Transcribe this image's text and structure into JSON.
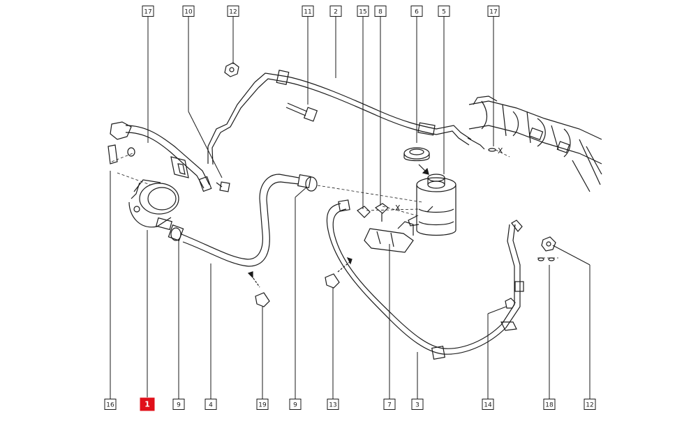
{
  "colors": {
    "line": "#1a1a1a",
    "label_box": "#1a1a1a",
    "label_text": "#1a1a1a",
    "highlight": "#e0101a",
    "highlight_text": "#ffffff",
    "background": "#ffffff"
  },
  "labels_top": [
    {
      "id": "top-17a",
      "text": "17"
    },
    {
      "id": "top-10",
      "text": "10"
    },
    {
      "id": "top-12a",
      "text": "12"
    },
    {
      "id": "top-11",
      "text": "11"
    },
    {
      "id": "top-2",
      "text": "2"
    },
    {
      "id": "top-15",
      "text": "15"
    },
    {
      "id": "top-8",
      "text": "8"
    },
    {
      "id": "top-6",
      "text": "6"
    },
    {
      "id": "top-5",
      "text": "5"
    },
    {
      "id": "top-17b",
      "text": "17"
    }
  ],
  "labels_bottom": [
    {
      "id": "bot-16",
      "text": "16",
      "highlight": false
    },
    {
      "id": "bot-1",
      "text": "1",
      "highlight": true
    },
    {
      "id": "bot-9a",
      "text": "9",
      "highlight": false
    },
    {
      "id": "bot-4",
      "text": "4",
      "highlight": false
    },
    {
      "id": "bot-19",
      "text": "19",
      "highlight": false
    },
    {
      "id": "bot-9b",
      "text": "9",
      "highlight": false
    },
    {
      "id": "bot-13",
      "text": "13",
      "highlight": false
    },
    {
      "id": "bot-7",
      "text": "7",
      "highlight": false
    },
    {
      "id": "bot-3",
      "text": "3",
      "highlight": false
    },
    {
      "id": "bot-14",
      "text": "14",
      "highlight": false
    },
    {
      "id": "bot-18",
      "text": "18",
      "highlight": false
    },
    {
      "id": "bot-12b",
      "text": "12",
      "highlight": false
    }
  ],
  "annotations": {
    "x_mark_1": "X",
    "x_mark_2": "X"
  }
}
